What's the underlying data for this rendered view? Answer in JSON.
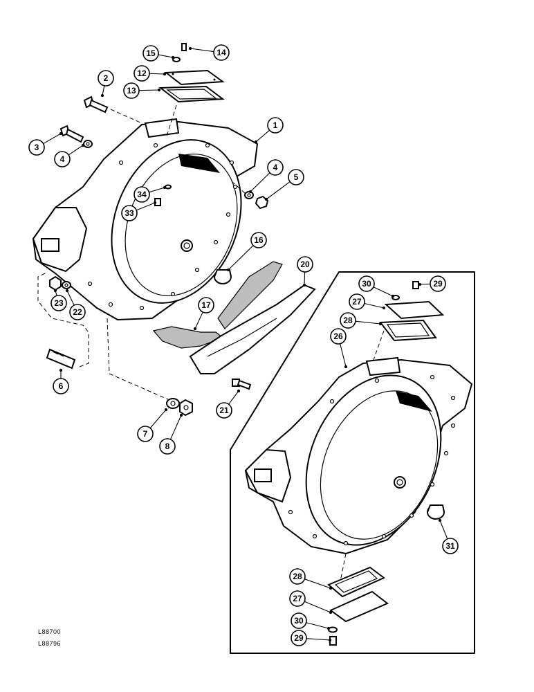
{
  "references": [
    "L88700",
    "L88796"
  ],
  "callouts": [
    "1",
    "2",
    "3",
    "4",
    "4",
    "5",
    "6",
    "7",
    "8",
    "12",
    "13",
    "14",
    "15",
    "16",
    "17",
    "20",
    "21",
    "22",
    "23",
    "26",
    "27",
    "27",
    "28",
    "28",
    "29",
    "29",
    "30",
    "30",
    "31",
    "33",
    "34"
  ]
}
